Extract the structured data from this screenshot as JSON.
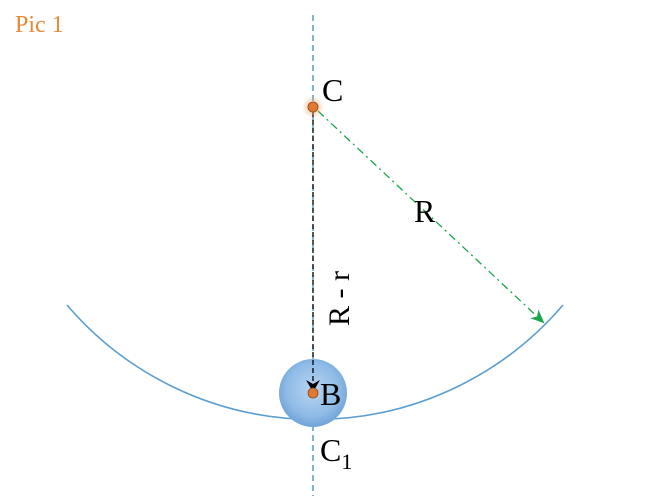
{
  "title": "Pic 1",
  "labels": {
    "center": "C",
    "radius": "R",
    "distance": "R - r",
    "ball": "B",
    "bottom_main": "C",
    "bottom_sub": "1"
  },
  "colors": {
    "title": "#e8883a",
    "guide_line": "#3a8bbd",
    "arc": "#5b9ed1",
    "radius_arrow": "#1aa64a",
    "point": "#e07a30",
    "ball_fill": "#8fbbe6",
    "text": "#000000"
  }
}
